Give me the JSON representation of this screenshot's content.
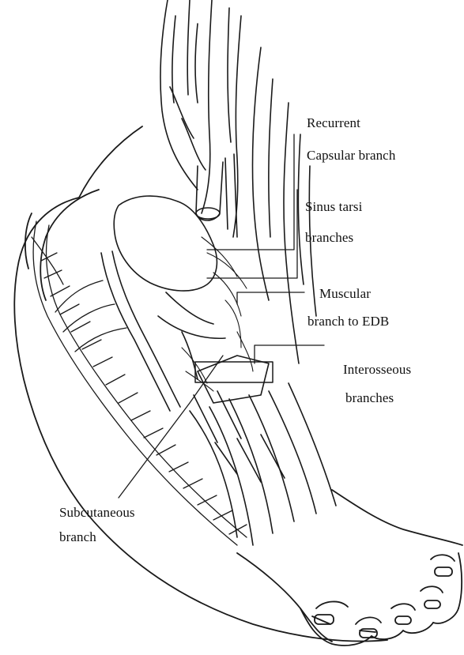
{
  "labels": {
    "recurrent": "Recurrent",
    "capsular": "Capsular branch",
    "sinus_tarsi_1": "Sinus tarsi",
    "sinus_tarsi_2": "branches",
    "muscular_1": "Muscular",
    "muscular_2": "branch to EDB",
    "interosseous_1": "Interosseous",
    "interosseous_2": "branches",
    "subcutaneous_1": "Subcutaneous",
    "subcutaneous_2": "branch"
  }
}
